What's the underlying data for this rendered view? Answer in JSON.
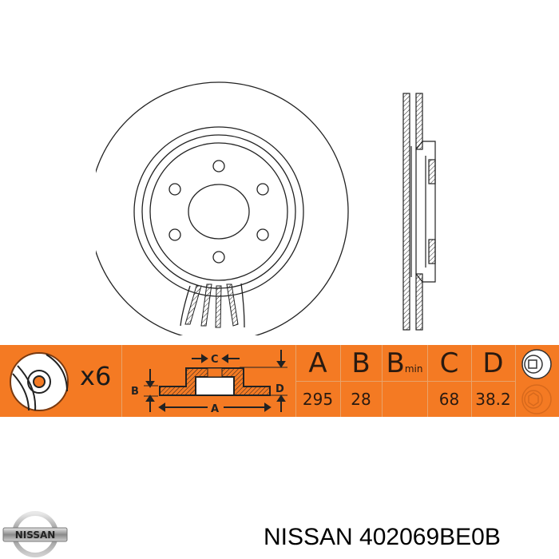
{
  "drawing": {
    "front_view": {
      "bolt_holes": 6
    },
    "side_view": {
      "type": "ventilated-disc-section"
    }
  },
  "spec_band": {
    "background": "#f47a23",
    "bolt_count_label": "x6",
    "profile_labels": {
      "a": "A",
      "b": "B",
      "c": "C",
      "d": "D"
    },
    "columns": [
      {
        "header": "A",
        "sub": "",
        "value": "295"
      },
      {
        "header": "B",
        "sub": "",
        "value": "28"
      },
      {
        "header": "B",
        "sub": "min",
        "value": ""
      },
      {
        "header": "C",
        "sub": "",
        "value": "68"
      },
      {
        "header": "D",
        "sub": "",
        "value": "38.2"
      }
    ]
  },
  "footer": {
    "brand_logo_text": "NISSAN",
    "caption": "NISSAN 402069BE0B"
  }
}
